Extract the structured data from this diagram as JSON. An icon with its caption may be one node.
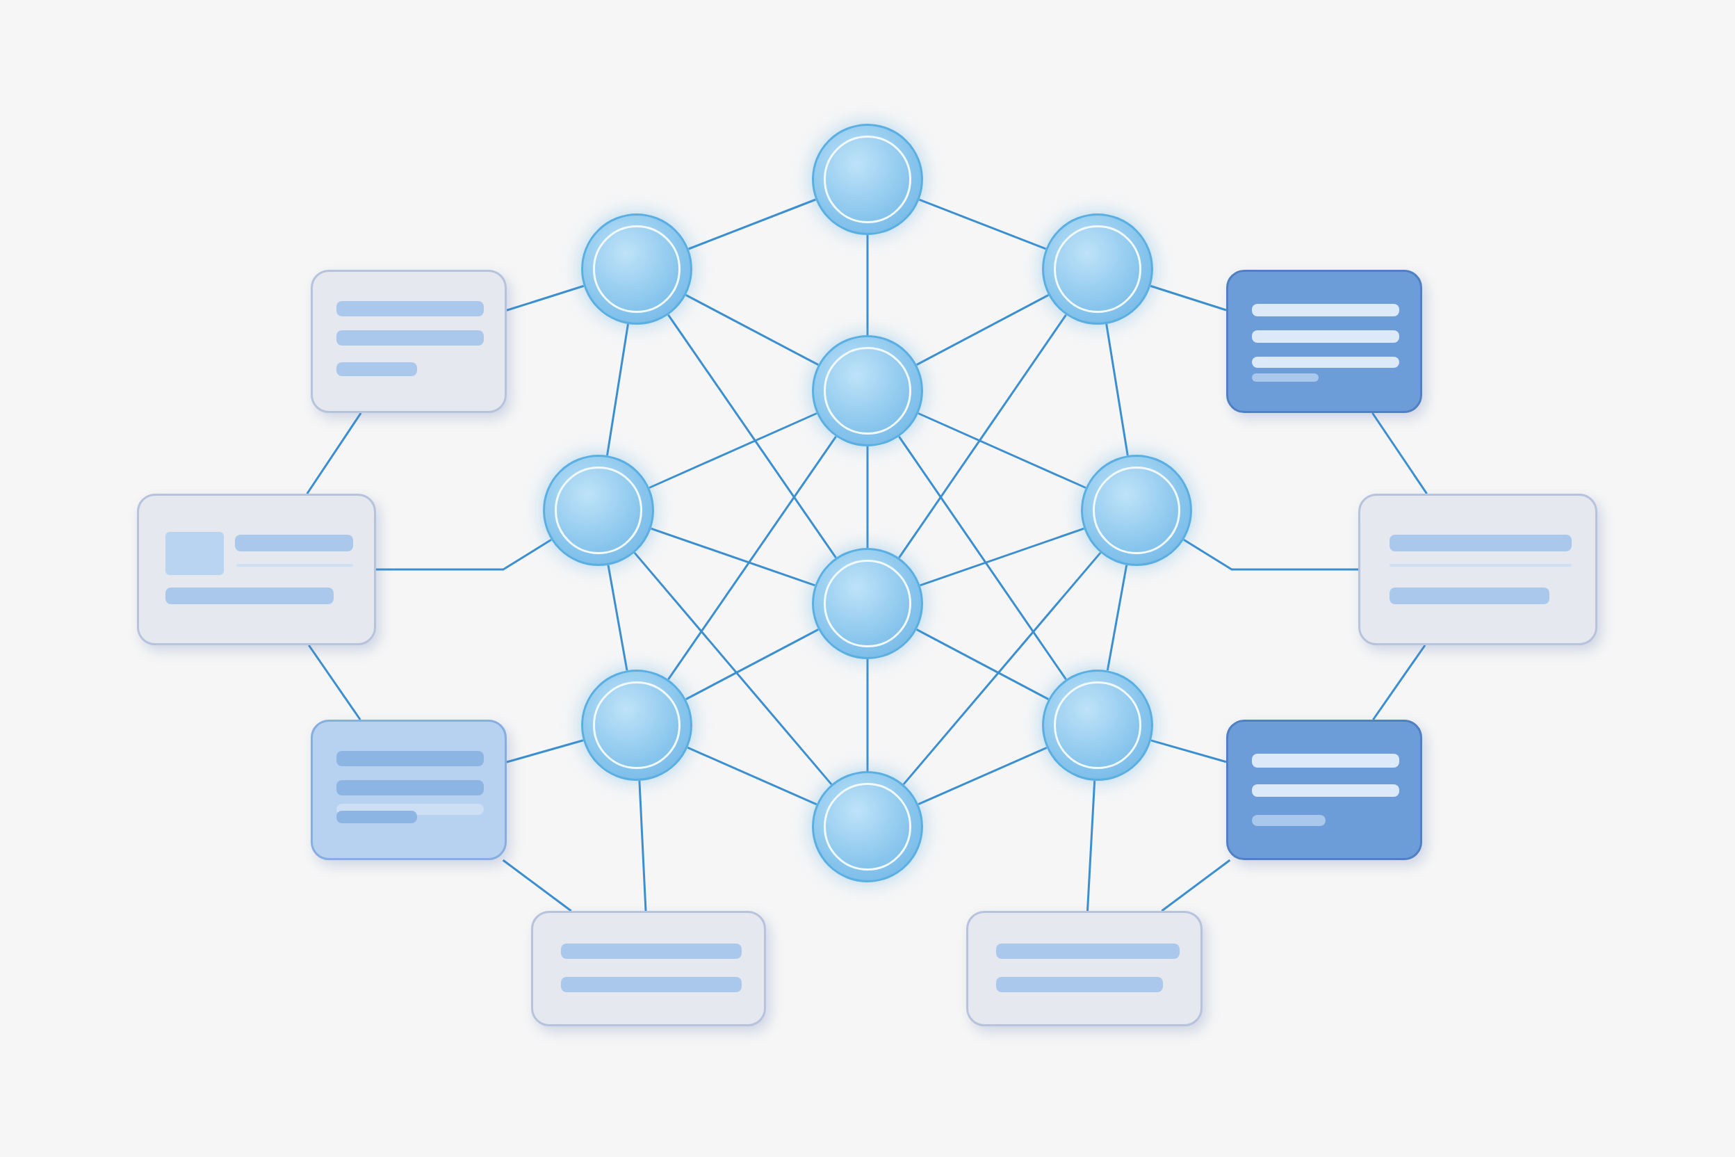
{
  "diagram": {
    "nodes": [
      {
        "text": [],
        "shape": "circle"
      },
      {
        "text": [],
        "shape": "circle"
      },
      {
        "text": [],
        "shape": "circle"
      },
      {
        "text": [],
        "shape": "circle"
      },
      {
        "text": [],
        "shape": "circle"
      },
      {
        "text": [],
        "shape": "circle"
      },
      {
        "text": [],
        "shape": "circle"
      },
      {
        "text": [],
        "shape": "circle"
      },
      {
        "text": [],
        "shape": "circle"
      },
      {
        "text": [],
        "shape": "circle"
      },
      {
        "text": [],
        "shape": "box"
      },
      {
        "text": [],
        "shape": "box"
      },
      {
        "text": [],
        "shape": "box"
      },
      {
        "text": [],
        "shape": "box"
      },
      {
        "text": [],
        "shape": "box"
      },
      {
        "text": [],
        "shape": "box"
      },
      {
        "text": [],
        "shape": "box"
      },
      {
        "text": [],
        "shape": "box"
      }
    ],
    "edges": [
      {
        "from": 0,
        "to": 1,
        "arrow": "none"
      },
      {
        "from": 0,
        "to": 2,
        "arrow": "none"
      },
      {
        "from": 0,
        "to": 3,
        "arrow": "none"
      },
      {
        "from": 1,
        "to": 3,
        "arrow": "none"
      },
      {
        "from": 1,
        "to": 4,
        "arrow": "none"
      },
      {
        "from": 1,
        "to": 6,
        "arrow": "none"
      },
      {
        "from": 1,
        "to": 10,
        "arrow": "none"
      },
      {
        "from": 2,
        "to": 3,
        "arrow": "none"
      },
      {
        "from": 2,
        "to": 5,
        "arrow": "none"
      },
      {
        "from": 2,
        "to": 6,
        "arrow": "none"
      },
      {
        "from": 2,
        "to": 14,
        "arrow": "none"
      },
      {
        "from": 3,
        "to": 4,
        "arrow": "none"
      },
      {
        "from": 3,
        "to": 5,
        "arrow": "none"
      },
      {
        "from": 3,
        "to": 6,
        "arrow": "none"
      },
      {
        "from": 3,
        "to": 7,
        "arrow": "none"
      },
      {
        "from": 3,
        "to": 8,
        "arrow": "none"
      },
      {
        "from": 4,
        "to": 6,
        "arrow": "none"
      },
      {
        "from": 4,
        "to": 7,
        "arrow": "none"
      },
      {
        "from": 4,
        "to": 9,
        "arrow": "none"
      },
      {
        "from": 4,
        "to": 11,
        "arrow": "none"
      },
      {
        "from": 5,
        "to": 6,
        "arrow": "none"
      },
      {
        "from": 5,
        "to": 8,
        "arrow": "none"
      },
      {
        "from": 5,
        "to": 9,
        "arrow": "none"
      },
      {
        "from": 5,
        "to": 15,
        "arrow": "none"
      },
      {
        "from": 6,
        "to": 7,
        "arrow": "none"
      },
      {
        "from": 6,
        "to": 8,
        "arrow": "none"
      },
      {
        "from": 6,
        "to": 9,
        "arrow": "none"
      },
      {
        "from": 7,
        "to": 9,
        "arrow": "none"
      },
      {
        "from": 7,
        "to": 12,
        "arrow": "none"
      },
      {
        "from": 7,
        "to": 13,
        "arrow": "none"
      },
      {
        "from": 8,
        "to": 9,
        "arrow": "none"
      },
      {
        "from": 8,
        "to": 16,
        "arrow": "none"
      },
      {
        "from": 8,
        "to": 17,
        "arrow": "none"
      },
      {
        "from": 10,
        "to": 11,
        "arrow": "none"
      },
      {
        "from": 11,
        "to": 12,
        "arrow": "none"
      },
      {
        "from": 12,
        "to": 13,
        "arrow": "none"
      },
      {
        "from": 14,
        "to": 15,
        "arrow": "none"
      },
      {
        "from": 15,
        "to": 16,
        "arrow": "none"
      },
      {
        "from": 16,
        "to": 17,
        "arrow": "none"
      }
    ]
  }
}
